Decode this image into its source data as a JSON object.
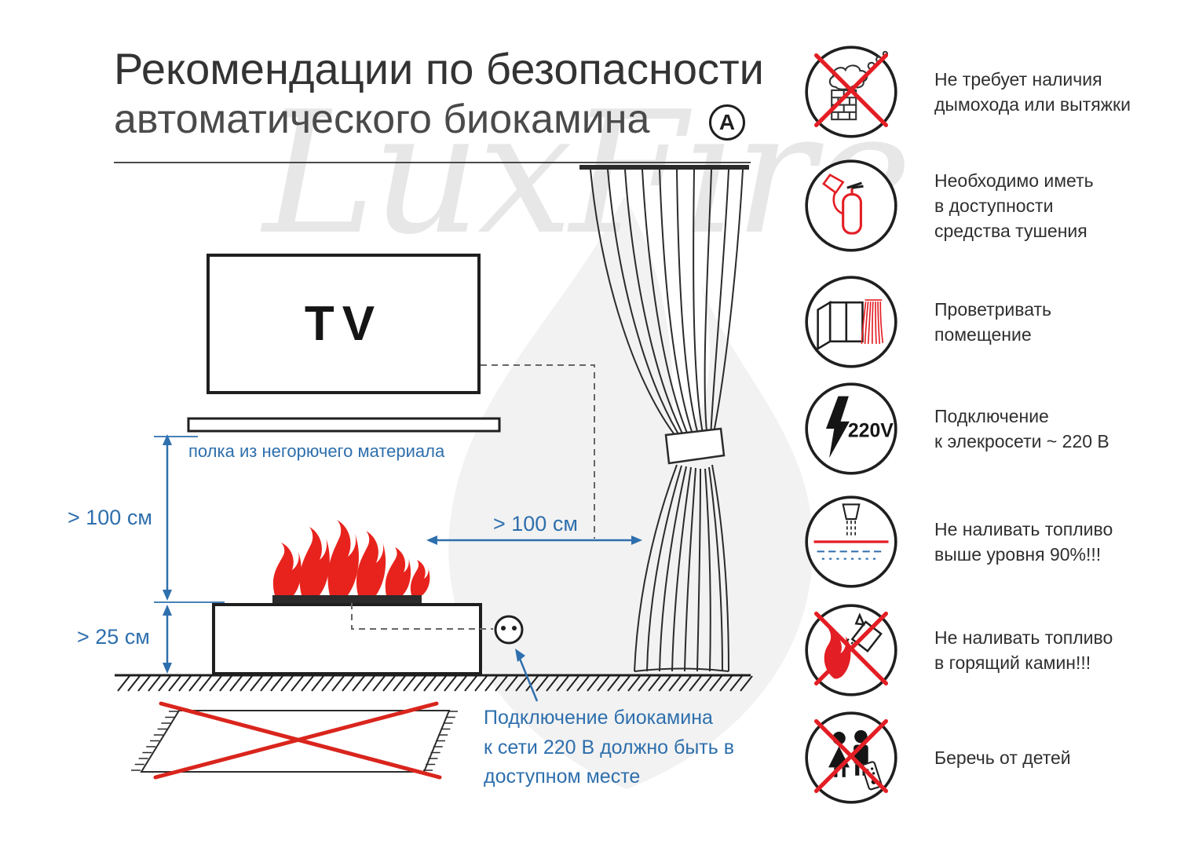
{
  "title": {
    "line1": "Рекомендации по безопасности",
    "line2": "автоматического биокамина",
    "badge": "A"
  },
  "watermark": {
    "text": "LuxFire"
  },
  "diagram": {
    "tv_label": "TV",
    "shelf_label": "полка из негорючего материала",
    "dim_shelf": "> 100 см",
    "dim_base": "> 25 см",
    "dim_curtain": "> 100 см",
    "outlet_note": "Подключение биокамина\nк сети 220 В должно быть в\nдоступном месте"
  },
  "icons_column": {
    "power_label": "220V",
    "items": [
      {
        "name": "no-chimney",
        "text": "Не требует наличия\nдымохода или вытяжки"
      },
      {
        "name": "extinguisher",
        "text": "Необходимо иметь\nв доступности\nсредства тушения"
      },
      {
        "name": "ventilation",
        "text": "Проветривать\nпомещение"
      },
      {
        "name": "power-220v",
        "text": "Подключение\nк элекросети ~ 220 В"
      },
      {
        "name": "fuel-level",
        "text": "Не наливать топливо\nвыше уровня 90%!!!"
      },
      {
        "name": "no-refill-burning",
        "text": "Не наливать топливо\nв горящий камин!!!"
      },
      {
        "name": "keep-from-children",
        "text": "Беречь от детей"
      }
    ]
  },
  "colors": {
    "accent_blue": "#2e6fad",
    "warning_red": "#e31e24",
    "line_dark": "#1f1f1f",
    "watermark_gray": "#e7e7e7"
  }
}
